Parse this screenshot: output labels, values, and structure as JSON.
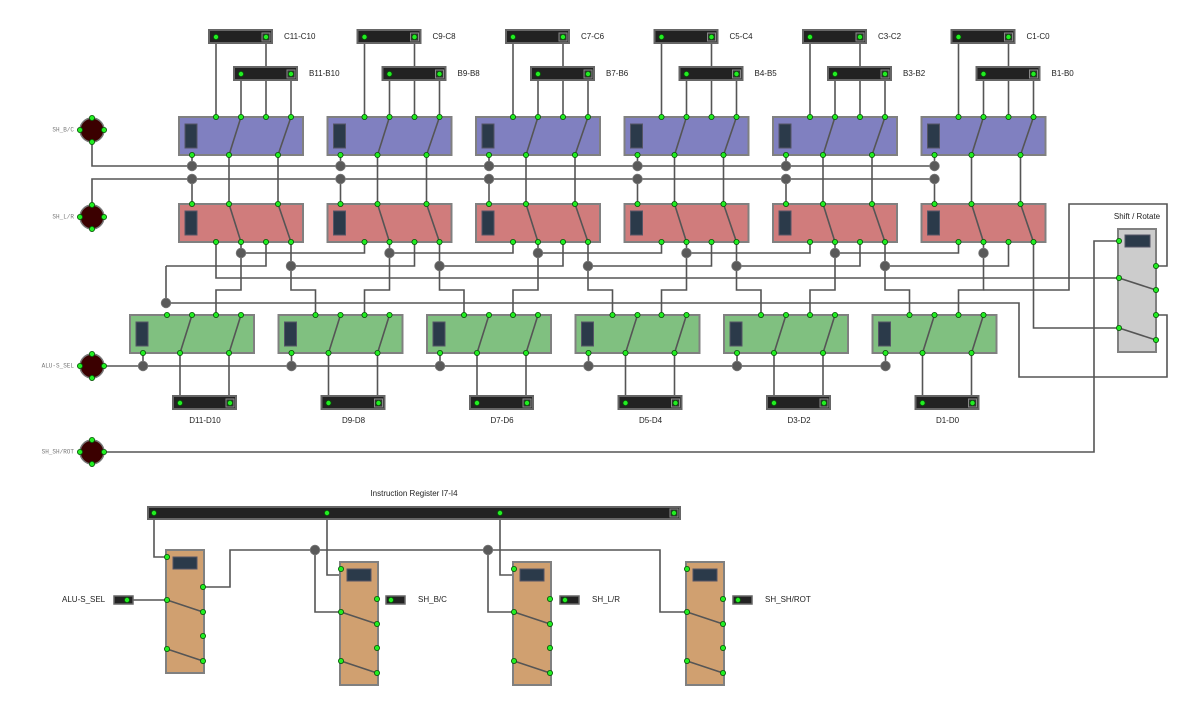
{
  "signals": [
    {
      "label": "SH_B/C"
    },
    {
      "label": "SH_L/R"
    },
    {
      "label": "ALU-S_SEL"
    },
    {
      "label": "SH_SH/ROT"
    }
  ],
  "c_registers": [
    "C11-C10",
    "C9-C8",
    "C7-C6",
    "C5-C4",
    "C3-C2",
    "C1-C0"
  ],
  "b_registers": [
    "B11-B10",
    "B9-B8",
    "B7-B6",
    "B4-B5",
    "B3-B2",
    "B1-B0"
  ],
  "d_registers": [
    "D11-D10",
    "D9-D8",
    "D7-D6",
    "D5-D4",
    "D3-D2",
    "D1-D0"
  ],
  "shift_rotate": {
    "label": "Shift / Rotate"
  },
  "instruction_register": {
    "label": "Instruction Register I7-I4"
  },
  "decoder_outputs": [
    "ALU-S_SEL",
    "SH_B/C",
    "SH_L/R",
    "SH_SH/ROT"
  ],
  "colors": {
    "blue_relay": "#8080c0",
    "red_relay": "#d07c7c",
    "green_relay": "#80c080",
    "decoder_relay": "#d0a070",
    "shift_rotate": "#cccccc",
    "register": "#222222",
    "signal_node": "#3b0000",
    "pin": "#22ee22",
    "wire": "#555555"
  }
}
